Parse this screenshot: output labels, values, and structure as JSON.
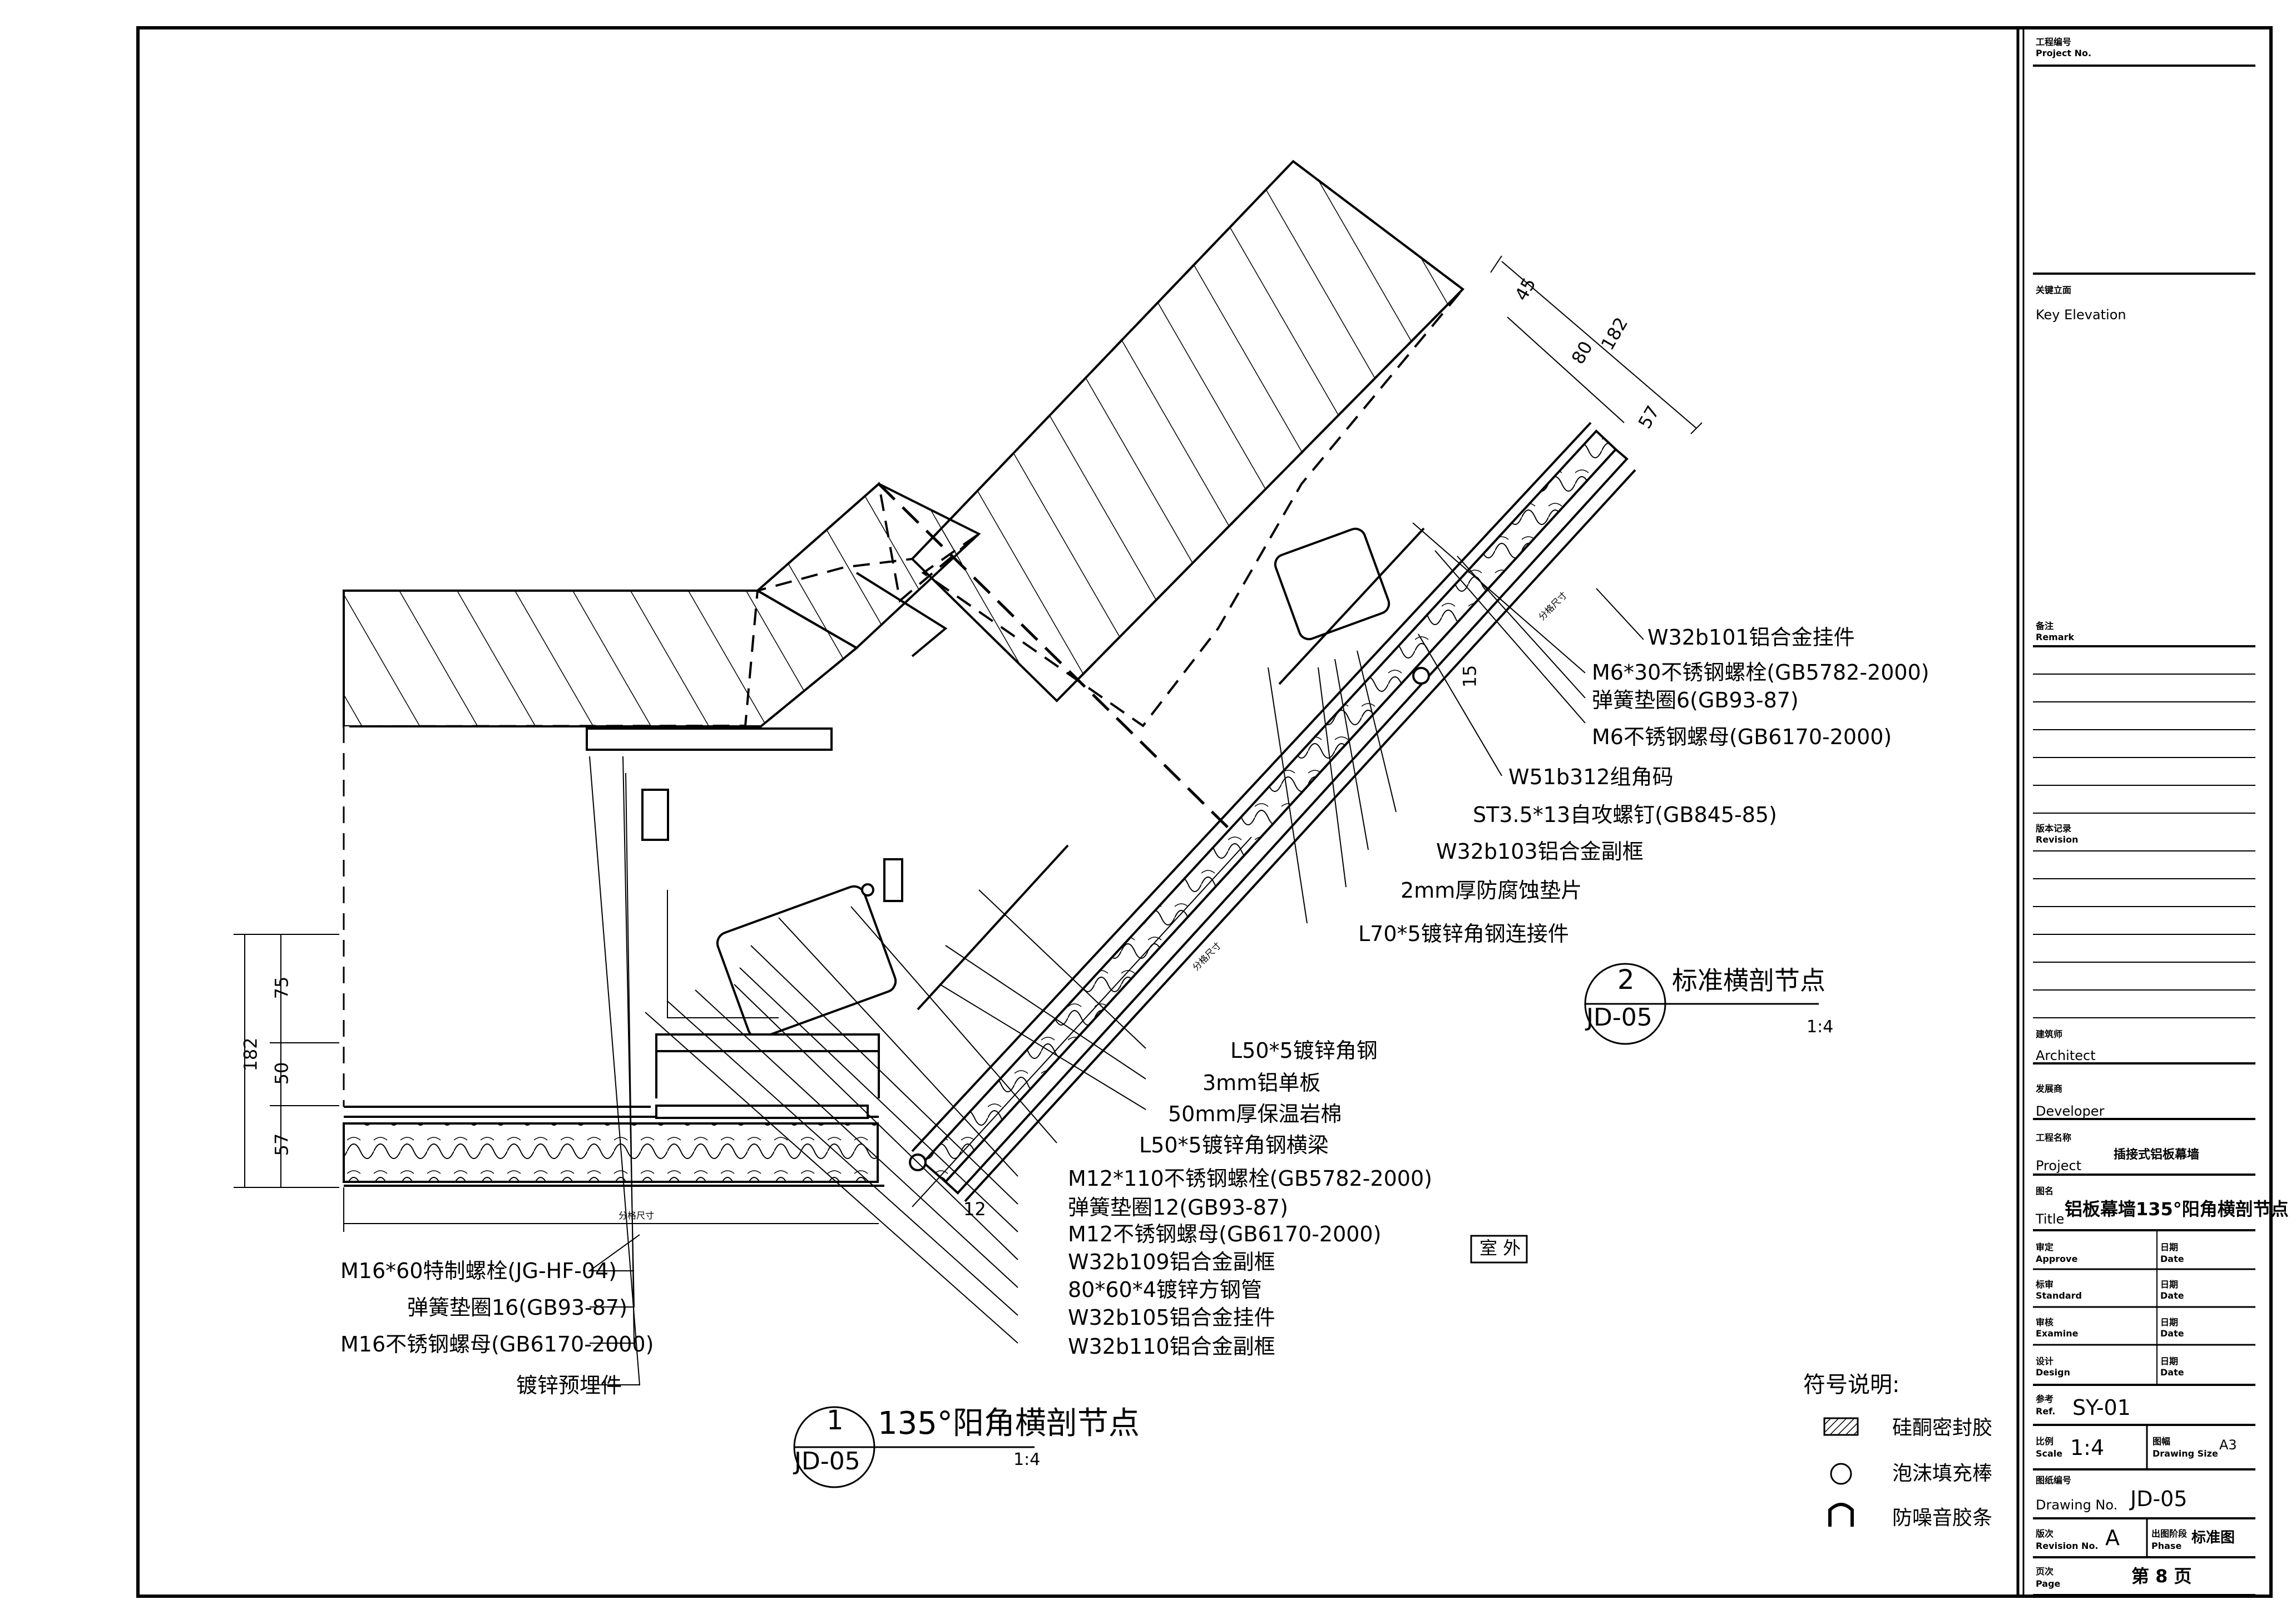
{
  "title_block": {
    "project_no_cn": "工程编号",
    "project_no_en": "Project No.",
    "key_elevation_cn": "关键立面",
    "key_elevation_en": "Key Elevation",
    "remark_cn": "备注",
    "remark_en": "Remark",
    "revision_cn": "版本记录",
    "revision_en": "Revision",
    "architect_cn": "建筑师",
    "architect_en": "Architect",
    "developer_cn": "发展商",
    "developer_en": "Developer",
    "project_cn": "工程名称",
    "project_en": "Project",
    "project_value": "插接式铝板幕墙",
    "title_cn": "图名",
    "title_en": "Title",
    "title_value": "铝板幕墙135°阳角横剖节点",
    "approve_cn": "审定",
    "approve_en": "Approve",
    "standard_cn": "标审",
    "standard_en": "Standard",
    "examine_cn": "审核",
    "examine_en": "Examine",
    "design_cn": "设计",
    "design_en": "Design",
    "date_cn": "日期",
    "date_en": "Date",
    "ref_cn": "参考",
    "ref_en": "Ref.",
    "ref_value": "SY-01",
    "scale_cn": "比例",
    "scale_en": "Scale",
    "scale_value": "1:4",
    "size_cn": "图幅",
    "size_en": "Drawing Size",
    "size_value": "A3",
    "drawing_no_cn": "图纸编号",
    "drawing_no_en": "Drawing No.",
    "drawing_no_value": "JD-05",
    "revno_cn": "版次",
    "revno_en": "Revision No.",
    "revno_value": "A",
    "phase_cn": "出图阶段",
    "phase_en": "Phase",
    "phase_value": "标准图",
    "page_cn": "页次",
    "page_en": "Page",
    "page_value": "第 8 页"
  },
  "details": {
    "detail1": {
      "number": "1",
      "ref": "JD-05",
      "title": "135°阳角横剖节点",
      "scale": "1:4"
    },
    "detail2": {
      "number": "2",
      "ref": "JD-05",
      "title": "标准横剖节点",
      "scale": "1:4"
    }
  },
  "labels_upper": [
    "W32b101铝合金挂件",
    "M6*30不锈钢螺栓(GB5782-2000)",
    "弹簧垫圈6(GB93-87)",
    "M6不锈钢螺母(GB6170-2000)",
    "W51b312组角码",
    "ST3.5*13自攻螺钉(GB845-85)",
    "W32b103铝合金副框",
    "2mm厚防腐蚀垫片",
    "L70*5镀锌角钢连接件"
  ],
  "labels_middle": [
    "L50*5镀锌角钢",
    "3mm铝单板",
    "50mm厚保温岩棉",
    "L50*5镀锌角钢横梁",
    "M12*110不锈钢螺栓(GB5782-2000)",
    "弹簧垫圈12(GB93-87)",
    "M12不锈钢螺母(GB6170-2000)",
    "W32b109铝合金副框",
    "80*60*4镀锌方钢管",
    "W32b105铝合金挂件",
    "W32b110铝合金副框"
  ],
  "labels_left": [
    "M16*60特制螺栓(JG-HF-04)",
    "弹簧垫圈16(GB93-87)",
    "M16不锈钢螺母(GB6170-2000)",
    "镀锌预埋件"
  ],
  "dimensions": {
    "d45": "45",
    "d182": "182",
    "d80": "80",
    "d57": "57",
    "d15": "15",
    "left182": "182",
    "left75": "75",
    "left50": "50",
    "left57": "57",
    "d12": "12"
  },
  "grid_label": "分格尺寸",
  "exterior_label": "室  外",
  "legend": {
    "title": "符号说明:",
    "items": [
      "硅酮密封胶",
      "泡沫填充棒",
      "防噪音胶条"
    ]
  }
}
